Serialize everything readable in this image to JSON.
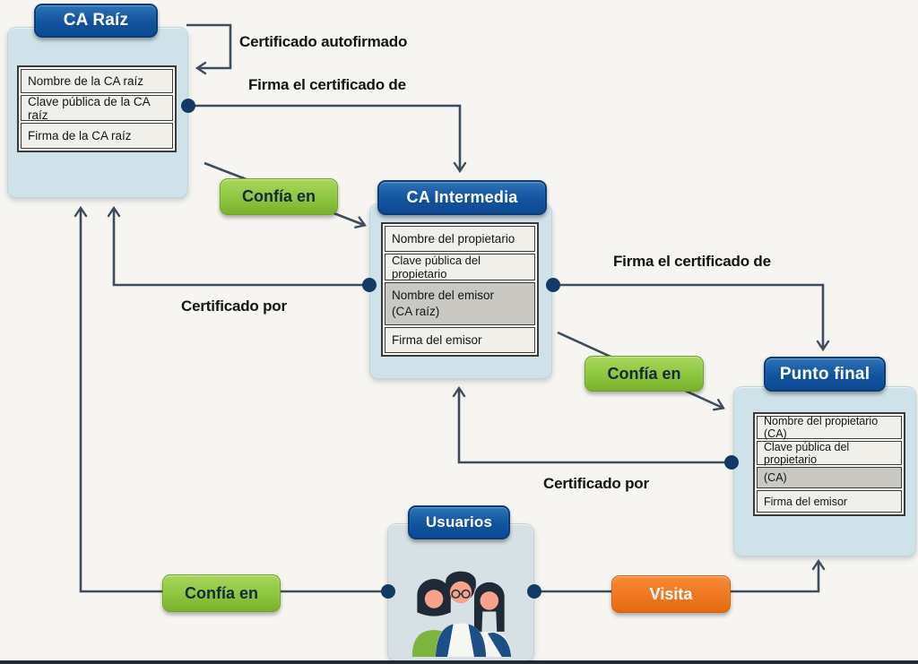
{
  "diagram": {
    "nodes": {
      "root_ca": {
        "title": "CA Raíz",
        "fields": [
          "Nombre de la CA raíz",
          "Clave pública de la CA raíz",
          "Firma de la CA raíz"
        ]
      },
      "intermediate_ca": {
        "title": "CA Intermedia",
        "fields": [
          "Nombre del propietario",
          "Clave pública del propietario",
          "Nombre del emisor\n(CA raíz)",
          "Firma del emisor"
        ]
      },
      "endpoint": {
        "title": "Punto final",
        "fields": [
          "Nombre del propietario (CA)",
          "Clave pública del propietario",
          "(CA)",
          "Firma del emisor"
        ]
      },
      "users": {
        "title": "Usuarios"
      }
    },
    "edges": {
      "self_signed": "Certificado autofirmado",
      "root_signs_cert_of": "Firma el certificado de",
      "intermediate_certified_by": "Certificado por",
      "root_trusts_intermediate": "Confía en",
      "intermediate_signs_cert_of": "Firma el certificado de",
      "intermediate_trusts_endpoint": "Confía en",
      "endpoint_certified_by": "Certificado por",
      "users_trust_root": "Confía en",
      "users_visit_endpoint": "Visita"
    },
    "colors": {
      "pill_blue": "#11539e",
      "box_blue": "#cfe2ea",
      "users_box": "#d7e1e5",
      "trust_green": "#8cc63e",
      "visit_orange": "#f0771f",
      "line": "#3d4c5c",
      "dot": "#143a64",
      "row_light": "#f0efe9",
      "row_gray": "#c9c8c2"
    }
  }
}
